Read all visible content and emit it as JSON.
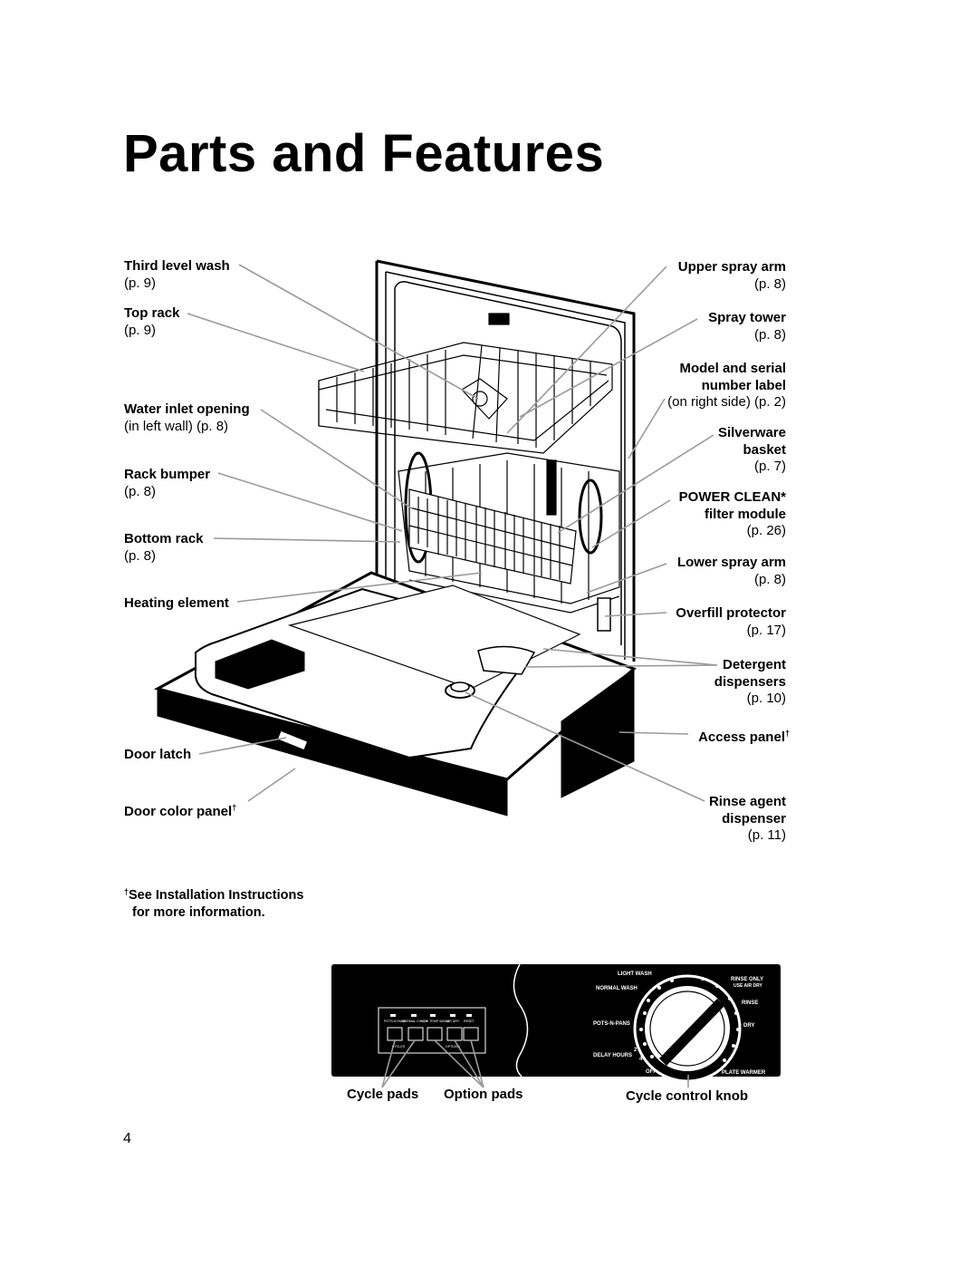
{
  "page": {
    "title": "Parts and Features",
    "page_number": "4"
  },
  "callouts_left": [
    {
      "id": "third-level-wash",
      "name": "Third level wash",
      "ref": "(p. 9)"
    },
    {
      "id": "top-rack",
      "name": "Top rack",
      "ref": "(p. 9)"
    },
    {
      "id": "water-inlet-opening",
      "name": "Water inlet opening",
      "ref": "(in left wall) (p. 8)"
    },
    {
      "id": "rack-bumper",
      "name": "Rack bumper",
      "ref": "(p. 8)"
    },
    {
      "id": "bottom-rack",
      "name": "Bottom rack",
      "ref": "(p. 8)"
    },
    {
      "id": "heating-element",
      "name": "Heating element",
      "ref": ""
    },
    {
      "id": "door-latch",
      "name": "Door latch",
      "ref": ""
    },
    {
      "id": "door-color-panel",
      "name": "Door color panel",
      "ref": ""
    }
  ],
  "callouts_right": [
    {
      "id": "upper-spray-arm",
      "name": "Upper spray arm",
      "name2": "",
      "ref": "(p. 8)"
    },
    {
      "id": "spray-tower",
      "name": "Spray tower",
      "name2": "",
      "ref": "(p. 8)"
    },
    {
      "id": "model-serial-label",
      "name": "Model and serial",
      "name2": "number label",
      "ref": "(on right side) (p. 2)"
    },
    {
      "id": "silverware-basket",
      "name": "Silverware",
      "name2": "basket",
      "ref": "(p. 7)"
    },
    {
      "id": "power-clean",
      "name": "POWER CLEAN*",
      "name2": "filter module",
      "ref": "(p. 26)"
    },
    {
      "id": "lower-spray-arm",
      "name": "Lower spray arm",
      "name2": "",
      "ref": "(p. 8)"
    },
    {
      "id": "overfill-protector",
      "name": "Overfill protector",
      "name2": "",
      "ref": "(p. 17)"
    },
    {
      "id": "detergent-dispensers",
      "name": "Detergent",
      "name2": "dispensers",
      "ref": "(p. 10)"
    },
    {
      "id": "access-panel",
      "name": "Access panel",
      "name2": "",
      "ref": ""
    },
    {
      "id": "rinse-agent-dispenser",
      "name": "Rinse agent",
      "name2": "dispenser",
      "ref": "(p. 11)"
    }
  ],
  "footnote": {
    "mark": "†",
    "line1": "See Installation Instructions",
    "line2": "for more information."
  },
  "control_panel": {
    "labels": {
      "cycle_pads": "Cycle pads",
      "option_pads": "Option pads",
      "cycle_control_knob": "Cycle control knob"
    },
    "knob_text": {
      "light_wash": "LIGHT WASH",
      "normal_wash": "NORMAL WASH",
      "pots_n_pans": "POTS-N-PANS",
      "delay_hours": "DELAY HOURS",
      "off": "OFF",
      "rinse_only": "RINSE ONLY",
      "use_air_dry": "USE AIR DRY",
      "rinse": "RINSE",
      "dry": "DRY",
      "plate_warmer": "PLATE WARMER",
      "delay_2": "2",
      "delay_4": "4"
    },
    "pad_text": {
      "pads": [
        "POTS-N PANS",
        "NORMAL CYCLE",
        "HIGH TEMP WASH",
        "AIR DRY",
        "RESET"
      ],
      "cycles": "CYCLES",
      "options": "OPTIONS"
    }
  },
  "colors": {
    "ink": "#000000",
    "paper": "#ffffff",
    "leader_line": "#9a9a9a"
  }
}
